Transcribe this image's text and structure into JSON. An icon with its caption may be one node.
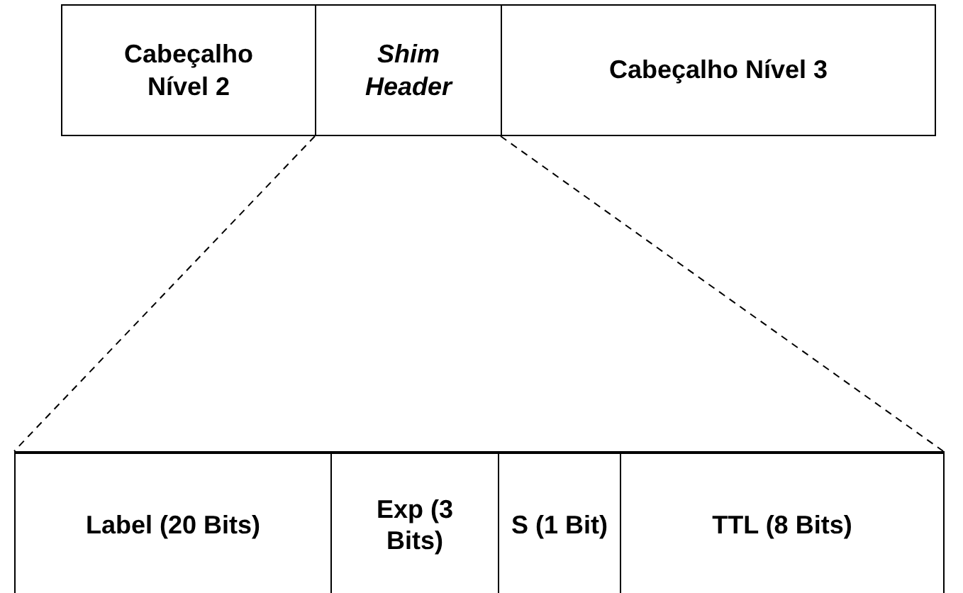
{
  "diagram": {
    "nodes": [
      {
        "text": [
          "Cabeçalho Nível 2"
        ]
      },
      {
        "text": [
          "Shim Header"
        ]
      },
      {
        "text": [
          "Cabeçalho Nível 3"
        ]
      },
      {
        "text": [],
        "shape": "box"
      },
      {
        "text": [
          "Label (20 Bits)"
        ],
        "in": 3
      },
      {
        "text": [
          "Exp (3 Bits)"
        ],
        "in": 3
      },
      {
        "text": [
          "S (1 Bit)"
        ],
        "in": 3
      },
      {
        "text": [
          "TTL (8 Bits)"
        ],
        "in": 3
      }
    ],
    "edges": [
      {
        "from": 1,
        "to": 3,
        "arrow": "none",
        "style": "dashed"
      },
      {
        "from": 1,
        "to": 3,
        "arrow": "none",
        "style": "dashed"
      }
    ]
  }
}
